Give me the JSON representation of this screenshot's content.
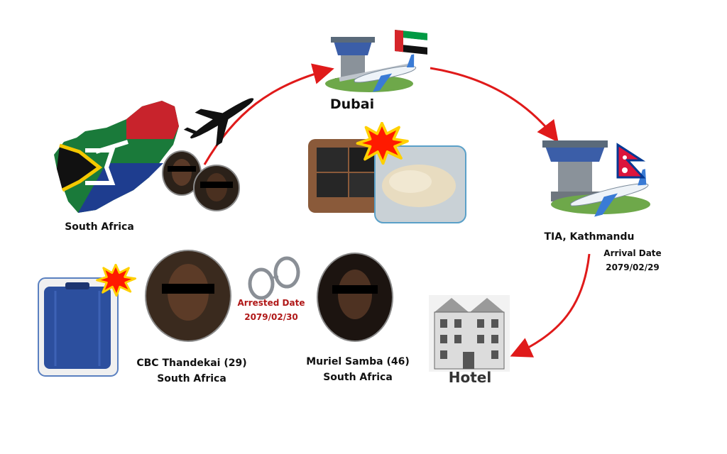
{
  "locations": {
    "origin": "South Africa",
    "transit": "Dubai",
    "destination": "TIA, Kathmandu",
    "hotel": "Hotel"
  },
  "arrival": {
    "label": "Arrival Date",
    "date": "2079/02/29"
  },
  "arrest": {
    "label": "Arrested Date",
    "date": "2079/02/30"
  },
  "suspects": [
    {
      "name": "CBC Thandekai (29)",
      "country": "South Africa"
    },
    {
      "name": "Muriel Samba (46)",
      "country": "South Africa"
    }
  ],
  "colors": {
    "arrow": "#e01a1a",
    "burst": "#ff1a00",
    "burst_edge": "#ffd000",
    "suitcase": "#2c4f9e"
  },
  "icons": {
    "airport": "airport-tower-icon",
    "plane": "airplane-icon",
    "uae_flag": "uae-flag-icon",
    "nepal_flag": "nepal-flag-icon",
    "handcuffs": "handcuffs-icon",
    "suitcase": "suitcase-icon",
    "hotel": "hotel-building-icon",
    "burst": "explosion-burst-icon"
  }
}
